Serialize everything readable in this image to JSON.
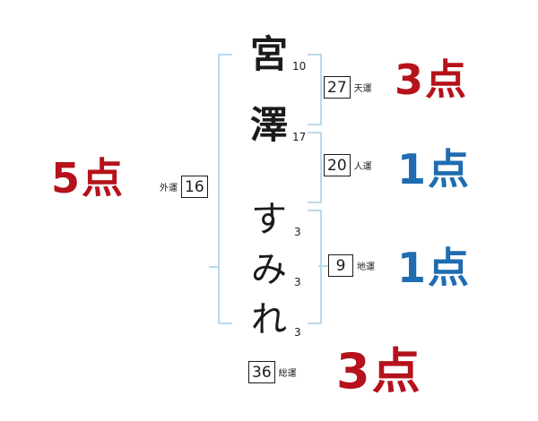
{
  "diagram": {
    "type": "japanese-name-fortune-chart",
    "name_characters": [
      {
        "char": "宮",
        "strokes": "10",
        "kind": "kanji"
      },
      {
        "char": "澤",
        "strokes": "17",
        "kind": "kanji"
      },
      {
        "char": "す",
        "strokes": "3",
        "kind": "kana"
      },
      {
        "char": "み",
        "strokes": "3",
        "kind": "kana"
      },
      {
        "char": "れ",
        "strokes": "3",
        "kind": "kana"
      }
    ],
    "unsei": {
      "tenun": {
        "value": "27",
        "label": "天運"
      },
      "jinun": {
        "value": "20",
        "label": "人運"
      },
      "chiun": {
        "value": "9",
        "label": "地運"
      },
      "gaiun": {
        "value": "16",
        "label": "外運"
      },
      "souun": {
        "value": "36",
        "label": "総運"
      }
    },
    "scores": {
      "gaiun_score": {
        "text": "5点",
        "color": "#b5121b"
      },
      "tenun_score": {
        "text": "3点",
        "color": "#b5121b"
      },
      "jinun_score": {
        "text": "1点",
        "color": "#1f6cb0"
      },
      "chiun_score": {
        "text": "1点",
        "color": "#1f6cb0"
      },
      "souun_score": {
        "text": "3点",
        "color": "#b5121b"
      }
    },
    "colors": {
      "bracket": "#b9d9ee",
      "ink": "#1b1b1b",
      "red": "#b5121b",
      "blue": "#1f6cb0",
      "background": "#ffffff"
    }
  }
}
